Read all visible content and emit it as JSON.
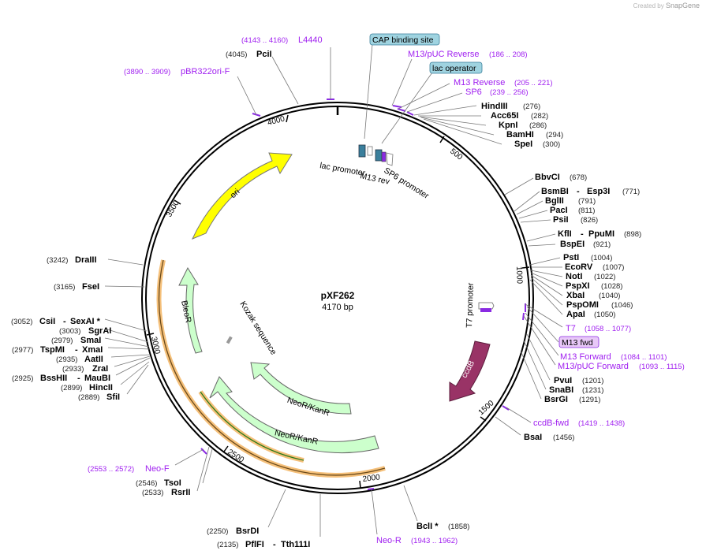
{
  "credit": {
    "prefix": "Created by",
    "brand": "SnapGene"
  },
  "plasmid": {
    "name": "pXF262",
    "length_label": "4170 bp",
    "length": 4170
  },
  "ticks": [
    "4000",
    "500",
    "1000",
    "1500",
    "2000",
    "2500",
    "3000",
    "3500"
  ],
  "enzymes": [
    {
      "name": "PciI",
      "pos": "(4045)"
    },
    {
      "name": "HindIII",
      "pos": "(276)"
    },
    {
      "name": "Acc65I",
      "pos": "(282)"
    },
    {
      "name": "KpnI",
      "pos": "(286)"
    },
    {
      "name": "BamHI",
      "pos": "(294)"
    },
    {
      "name": "SpeI",
      "pos": "(300)"
    },
    {
      "name": "BbvCI",
      "pos": "(678)"
    },
    {
      "name": "BsmBI",
      "alt": "Esp3I",
      "pos": "(771)"
    },
    {
      "name": "BglII",
      "pos": "(791)"
    },
    {
      "name": "PacI",
      "pos": "(811)"
    },
    {
      "name": "PsiI",
      "pos": "(826)"
    },
    {
      "name": "KflI",
      "alt": "PpuMI",
      "pos": "(898)"
    },
    {
      "name": "BspEI",
      "pos": "(921)"
    },
    {
      "name": "PstI",
      "pos": "(1004)"
    },
    {
      "name": "EcoRV",
      "pos": "(1007)"
    },
    {
      "name": "NotI",
      "pos": "(1022)"
    },
    {
      "name": "PspXI",
      "pos": "(1028)"
    },
    {
      "name": "XbaI",
      "pos": "(1040)"
    },
    {
      "name": "PspOMI",
      "pos": "(1046)"
    },
    {
      "name": "ApaI",
      "pos": "(1050)"
    },
    {
      "name": "PvuI",
      "pos": "(1201)"
    },
    {
      "name": "SnaBI",
      "pos": "(1231)"
    },
    {
      "name": "BsrGI",
      "pos": "(1291)"
    },
    {
      "name": "BsaI",
      "pos": "(1456)"
    },
    {
      "name": "BclI *",
      "pos": "(1858)"
    },
    {
      "name": "PflFI",
      "alt": "Tth111I",
      "pos": "(2135)"
    },
    {
      "name": "BsrDI",
      "pos": "(2250)"
    },
    {
      "name": "RsrII",
      "pos": "(2533)"
    },
    {
      "name": "TsoI",
      "pos": "(2546)"
    },
    {
      "name": "SfiI",
      "pos": "(2889)"
    },
    {
      "name": "HincII",
      "pos": "(2899)"
    },
    {
      "name": "BssHII",
      "alt": "MauBI",
      "pos": "(2925)"
    },
    {
      "name": "ZraI",
      "pos": "(2933)"
    },
    {
      "name": "AatII",
      "pos": "(2935)"
    },
    {
      "name": "TspMI",
      "alt": "XmaI",
      "pos": "(2977)"
    },
    {
      "name": "SmaI",
      "pos": "(2979)"
    },
    {
      "name": "SgrAI",
      "pos": "(3003)"
    },
    {
      "name": "CsiI",
      "alt": "SexAI *",
      "pos": "(3052)"
    },
    {
      "name": "FseI",
      "pos": "(3165)"
    },
    {
      "name": "DraIII",
      "pos": "(3242)"
    }
  ],
  "primers": [
    {
      "name": "L4440",
      "range": "(4143 .. 4160)"
    },
    {
      "name": "pBR322ori-F",
      "range": "(3890 .. 3909)"
    },
    {
      "name": "M13/pUC Reverse",
      "range": "(186 .. 208)"
    },
    {
      "name": "M13 Reverse",
      "range": "(205 .. 221)"
    },
    {
      "name": "SP6",
      "range": "(239 .. 256)"
    },
    {
      "name": "T7",
      "range": "(1058 .. 1077)"
    },
    {
      "name": "M13 Forward",
      "range": "(1084 .. 1101)"
    },
    {
      "name": "M13/pUC Forward",
      "range": "(1093 .. 1115)"
    },
    {
      "name": "ccdB-fwd",
      "range": "(1419 .. 1438)"
    },
    {
      "name": "Neo-R",
      "range": "(1943 .. 1962)"
    },
    {
      "name": "Neo-F",
      "range": "(2553 .. 2572)"
    }
  ],
  "boxed_labels": [
    {
      "name": "CAP binding site"
    },
    {
      "name": "lac operator"
    },
    {
      "name": "M13 fwd"
    }
  ],
  "features": [
    {
      "name": "ori"
    },
    {
      "name": "BleoR"
    },
    {
      "name": "ccdB"
    },
    {
      "name": "NeoR/KanR"
    },
    {
      "name": "NeoR/KanR"
    },
    {
      "name": "lac promoter"
    },
    {
      "name": "M13 rev"
    },
    {
      "name": "SP6 promoter"
    },
    {
      "name": "T7 promoter"
    },
    {
      "name": "Kozak sequence"
    }
  ],
  "colors": {
    "ori": "#ffff00",
    "ccdB": "#993366",
    "resistance": "#ccffcc",
    "primer": "#a020f0",
    "cap_box": "#9fd3e0",
    "mfwd_box": "#e8c8f8",
    "orf_highlight": "#f5c07a"
  }
}
